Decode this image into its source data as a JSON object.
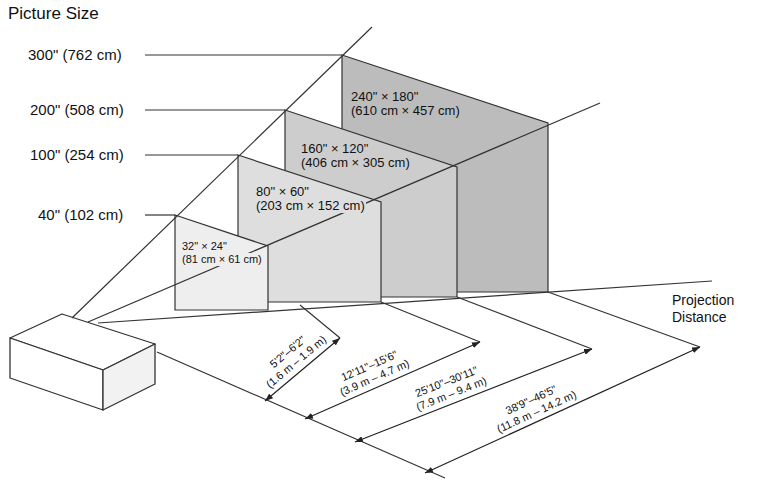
{
  "diagram": {
    "title": "Picture Size",
    "nodes": [
      {
        "text": [
          "32\" × 24\"",
          "(81 cm × 61 cm)"
        ]
      },
      {
        "text": [
          "80\" × 60\"",
          "(203 cm × 152 cm)"
        ]
      },
      {
        "text": [
          "160\" × 120\"",
          "(406 cm × 305 cm)"
        ]
      },
      {
        "text": [
          "240\" × 180\"",
          "(610 cm × 457 cm)"
        ]
      }
    ],
    "labels": [
      "300\" (762 cm)",
      "200\" (508 cm)",
      "100\" (254 cm)",
      "40\" (102 cm)",
      "Projection Distance",
      "5'2\"–6'2\"",
      "(1.6 m – 1.9 m)",
      "12'11\"–15'6\"",
      "(3.9 m – 4.7 m)",
      "25'10\"–30'11\"",
      "(7.9 m – 9.4 m)",
      "38'9\"–46'5\"",
      "(11.8 m – 14.2 m)"
    ]
  }
}
